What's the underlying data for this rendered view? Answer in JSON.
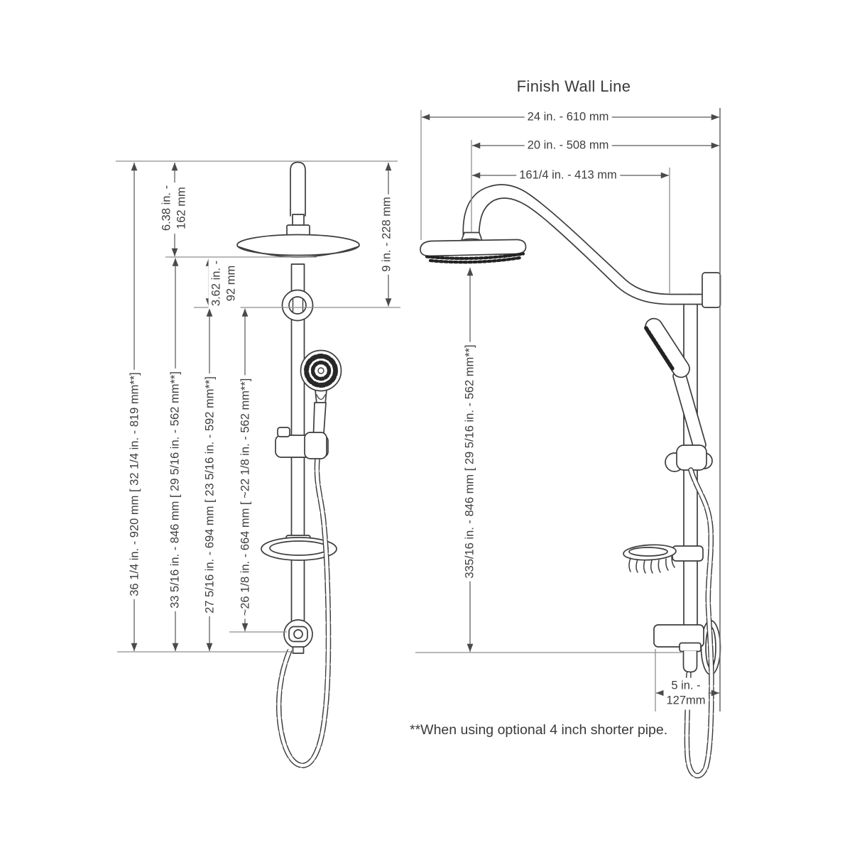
{
  "title": "Finish Wall Line",
  "footnote": "**When using optional 4 inch shorter pipe.",
  "front_view": {
    "dim_overall": "36 1/4 in. - 920 mm [ 32 1/4 in. - 819 mm**]",
    "dim_rail_height": "33 5/16 in. - 846 mm [ 29 5/16 in. - 562 mm**]",
    "dim_mount_height": "27 5/16 in. - 694 mm [ 23 5/16 in. - 592 mm**]",
    "dim_supply_height": "~26 1/8 in. - 664 mm [ ~22 1/8 in. - 562 mm**]",
    "dim_pipe_top_line1": "6.38 in. -",
    "dim_pipe_top_line2": "162 mm",
    "dim_head_to_mount_line1": "3.62 in. -",
    "dim_head_to_mount_line2": "92 mm",
    "dim_head_drop": "9 in. - 228 mm"
  },
  "side_view": {
    "dim_width_outer": "24 in. - 610 mm",
    "dim_width_mid": "20 in. - 508 mm",
    "dim_width_inner": "161/4 in. - 413 mm",
    "dim_height": "335/16 in. - 846 mm [ 29 5/16 in. - 562 mm**]",
    "dim_bottom_line1": "5 in. -",
    "dim_bottom_line2": "127mm"
  }
}
